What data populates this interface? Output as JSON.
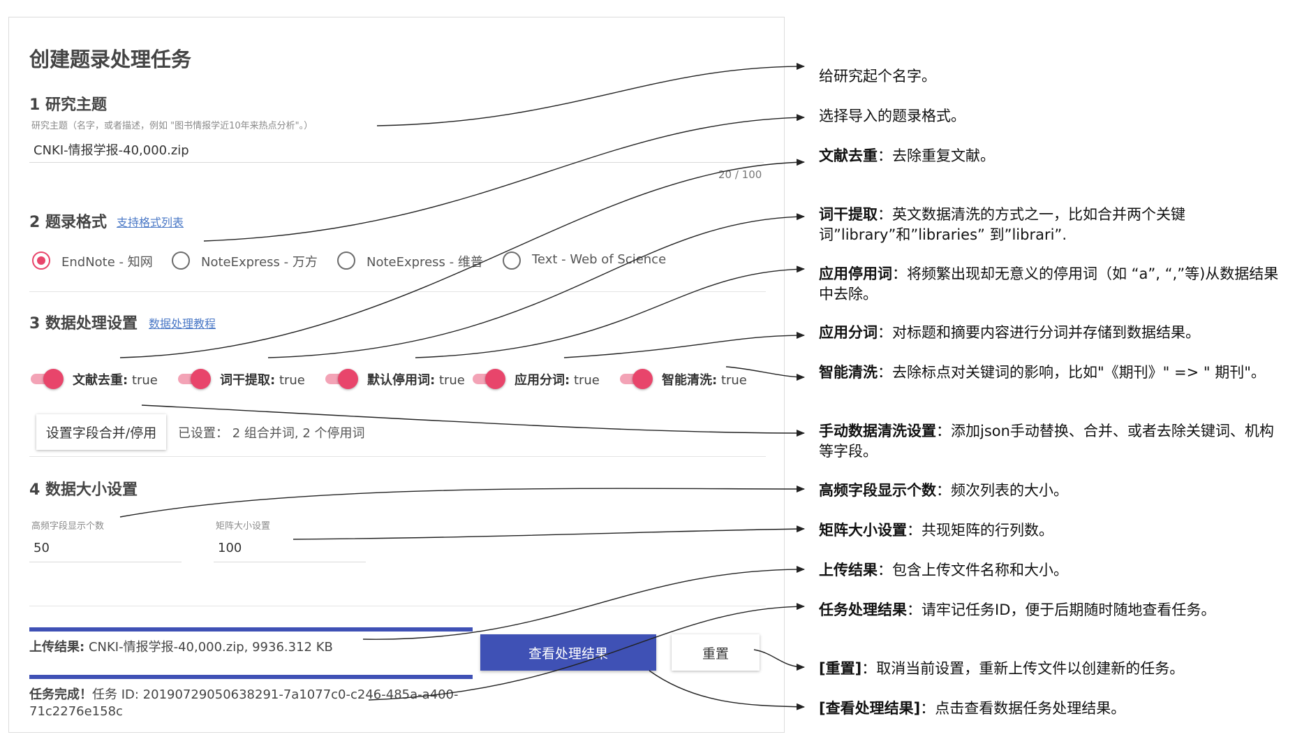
{
  "page_title": "创建题录处理任务",
  "section1": {
    "title": "1 研究主题",
    "field_label": "研究主题（名字，或者描述，例如 \"图书情报学近10年来热点分析\"。）",
    "value": "CNKI-情报学报-40,000.zip",
    "counter": "20 / 100"
  },
  "section2": {
    "title": "2 题录格式",
    "link": "支持格式列表",
    "options": [
      {
        "label": "EndNote - 知网",
        "checked": true
      },
      {
        "label": "NoteExpress - 万方",
        "checked": false
      },
      {
        "label": "NoteExpress - 维普",
        "checked": false
      },
      {
        "label": "Text - Web of Science",
        "checked": false
      }
    ]
  },
  "section3": {
    "title": "3 数据处理设置",
    "link": "数据处理教程",
    "toggles": [
      {
        "name": "文献去重:",
        "value": "true"
      },
      {
        "name": "词干提取:",
        "value": "true"
      },
      {
        "name": "默认停用词:",
        "value": "true"
      },
      {
        "name": "应用分词:",
        "value": "true"
      },
      {
        "name": "智能清洗:",
        "value": "true"
      }
    ],
    "settings_button": "设置字段合并/停用",
    "settings_status": "已设置： 2 组合并词, 2 个停用词"
  },
  "section4": {
    "title": "4 数据大小设置",
    "fields": [
      {
        "label": "高频字段显示个数",
        "value": "50"
      },
      {
        "label": "矩阵大小设置",
        "value": "100"
      }
    ]
  },
  "results": {
    "upload_label": "上传结果:",
    "upload_value": "CNKI-情报学报-40,000.zip, 9936.312 KB",
    "task_label": "任务完成！",
    "task_value_line1": "任务 ID: 20190729050638291-7a1077c0-c246-485a-a400-",
    "task_value_line2": "71c2276e158c",
    "view_button": "查看处理结果",
    "reset_button": "重置"
  },
  "annotations": [
    {
      "term": "",
      "desc": "给研究起个名字。"
    },
    {
      "term": "",
      "desc": "选择导入的题录格式。"
    },
    {
      "term": "文献去重",
      "desc": "：去除重复文献。"
    },
    {
      "term": "词干提取",
      "desc": "：英文数据清洗的方式之一，比如合并两个关键词”library”和”libraries” 到”librari”."
    },
    {
      "term": "应用停用词",
      "desc": "：将频繁出现却无意义的停用词（如 “a”, “,”等)从数据结果中去除。"
    },
    {
      "term": "应用分词",
      "desc": "：对标题和摘要内容进行分词并存储到数据结果。"
    },
    {
      "term": "智能清洗",
      "desc": "：去除标点对关键词的影响，比如\"《期刊》\" => \" 期刊\"。"
    },
    {
      "term": "手动数据清洗设置",
      "desc": "：添加json手动替换、合并、或者去除关键词、机构等字段。"
    },
    {
      "term": "高频字段显示个数",
      "desc": "：频次列表的大小。"
    },
    {
      "term": "矩阵大小设置",
      "desc": "：共现矩阵的行列数。"
    },
    {
      "term": "上传结果",
      "desc": "：包含上传文件名称和大小。"
    },
    {
      "term": "任务处理结果",
      "desc": "：请牢记任务ID，便于后期随时随地查看任务。"
    },
    {
      "term": "[重置]",
      "desc": "：取消当前设置，重新上传文件以创建新的任务。"
    },
    {
      "term": "[查看处理结果]",
      "desc": "：点击查看数据任务处理结果。"
    }
  ],
  "colors": {
    "accent_pink": "#e8456b",
    "primary_indigo": "#3f51b5",
    "link_blue": "#4a78c6"
  }
}
